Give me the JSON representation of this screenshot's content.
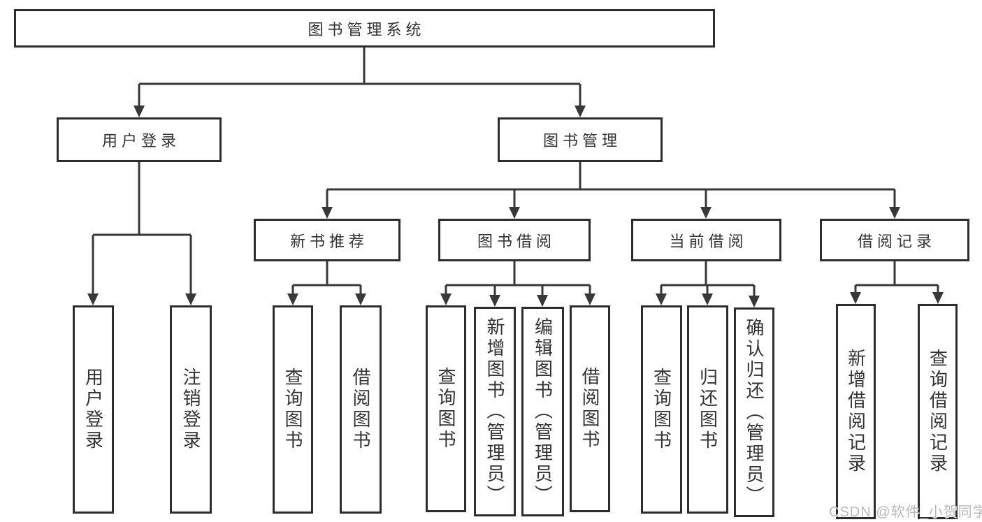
{
  "tree": {
    "root": {
      "label": "图书管理系统",
      "children": [
        {
          "label": "用户登录",
          "children": [
            {
              "label": "用户登录"
            },
            {
              "label": "注销登录"
            }
          ]
        },
        {
          "label": "图书管理",
          "children": [
            {
              "label": "新书推荐",
              "children": [
                {
                  "label": "查询图书"
                },
                {
                  "label": "借阅图书"
                }
              ]
            },
            {
              "label": "图书借阅",
              "children": [
                {
                  "label": "查询图书"
                },
                {
                  "label": "新增图书（管理员）"
                },
                {
                  "label": "编辑图书（管理员）"
                },
                {
                  "label": "借阅图书"
                }
              ]
            },
            {
              "label": "当前借阅",
              "children": [
                {
                  "label": "查询图书"
                },
                {
                  "label": "归还图书"
                },
                {
                  "label": "确认归还（管理员）"
                }
              ]
            },
            {
              "label": "借阅记录",
              "children": [
                {
                  "label": "新增借阅记录"
                },
                {
                  "label": "查询借阅记录"
                }
              ]
            }
          ]
        }
      ]
    }
  },
  "watermark": {
    "text": "CSDN @软件_小贺同学"
  },
  "colors": {
    "background": "#ffffff",
    "line": "#383838",
    "box_border": "#2d2d2d",
    "text": "#333333",
    "watermark": "#b9b9b9"
  }
}
